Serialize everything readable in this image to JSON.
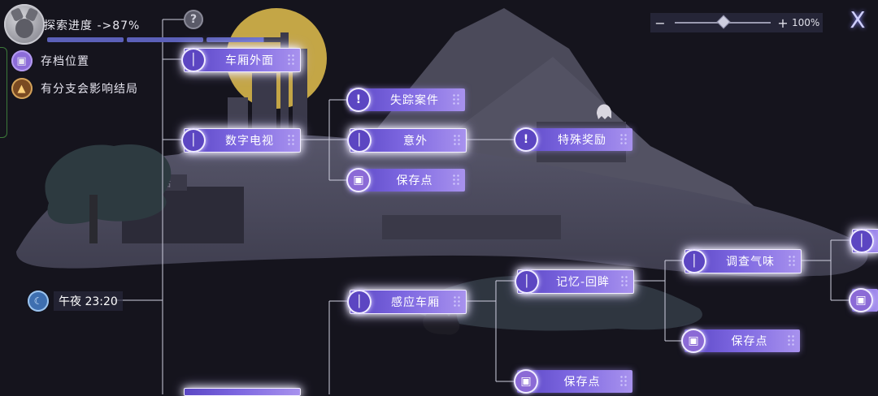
{
  "hud": {
    "progress_label": "探索进度 ->87%",
    "progress_value": 0.87,
    "legend": [
      {
        "icon": "save-icon",
        "label": "存档位置"
      },
      {
        "icon": "branch-icon",
        "label": "有分支会影响结局"
      }
    ]
  },
  "zoom": {
    "minus": "−",
    "plus": "+",
    "percent": "100%",
    "value": 1.0
  },
  "close_label": "X",
  "timeline": {
    "time_label": "午夜 23:20"
  },
  "unknown_node": "?",
  "nodes": {
    "chexiang_waimian": "车厢外面",
    "shuzi_dianshi": "数字电视",
    "shizong_anjian": "失踪案件",
    "yiwai": "意外",
    "baocun_1": "保存点",
    "teshu_jiangli": "特殊奖励",
    "ganying_chexiang": "感应车厢",
    "jiyi_huimou": "记忆-回眸",
    "diaocha_qiwei": "调查气味",
    "baocun_2": "保存点",
    "baocun_3": "保存点"
  },
  "colors": {
    "accent": "#7c66e0",
    "node_light": "#a892ee",
    "line": "#cfcfe0"
  }
}
